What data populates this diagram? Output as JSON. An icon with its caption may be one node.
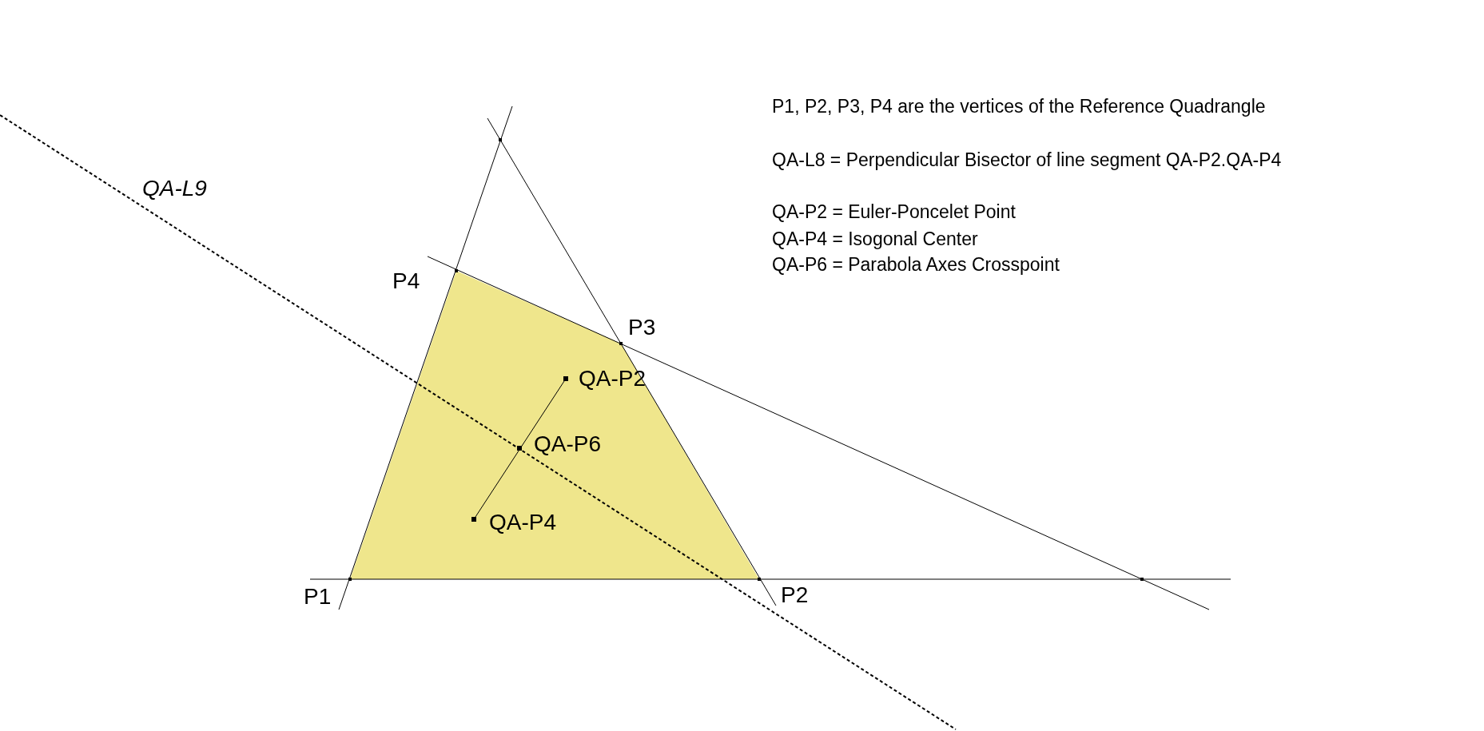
{
  "diagram": {
    "labels": [
      "P1, P2, P3, P4 are the vertices of the Reference Quadrangle",
      "QA-L8 = Perpendicular Bisector of line segment QA-P2.QA-P4",
      "QA-P2 = Euler-Poncelet Point",
      "QA-P4 = Isogonal Center",
      "QA-P6 = Parabola Axes Crosspoint",
      "QA-L9",
      "P4",
      "P3",
      "QA-P2",
      "QA-P6",
      "QA-P4",
      "P1",
      "P2"
    ]
  }
}
